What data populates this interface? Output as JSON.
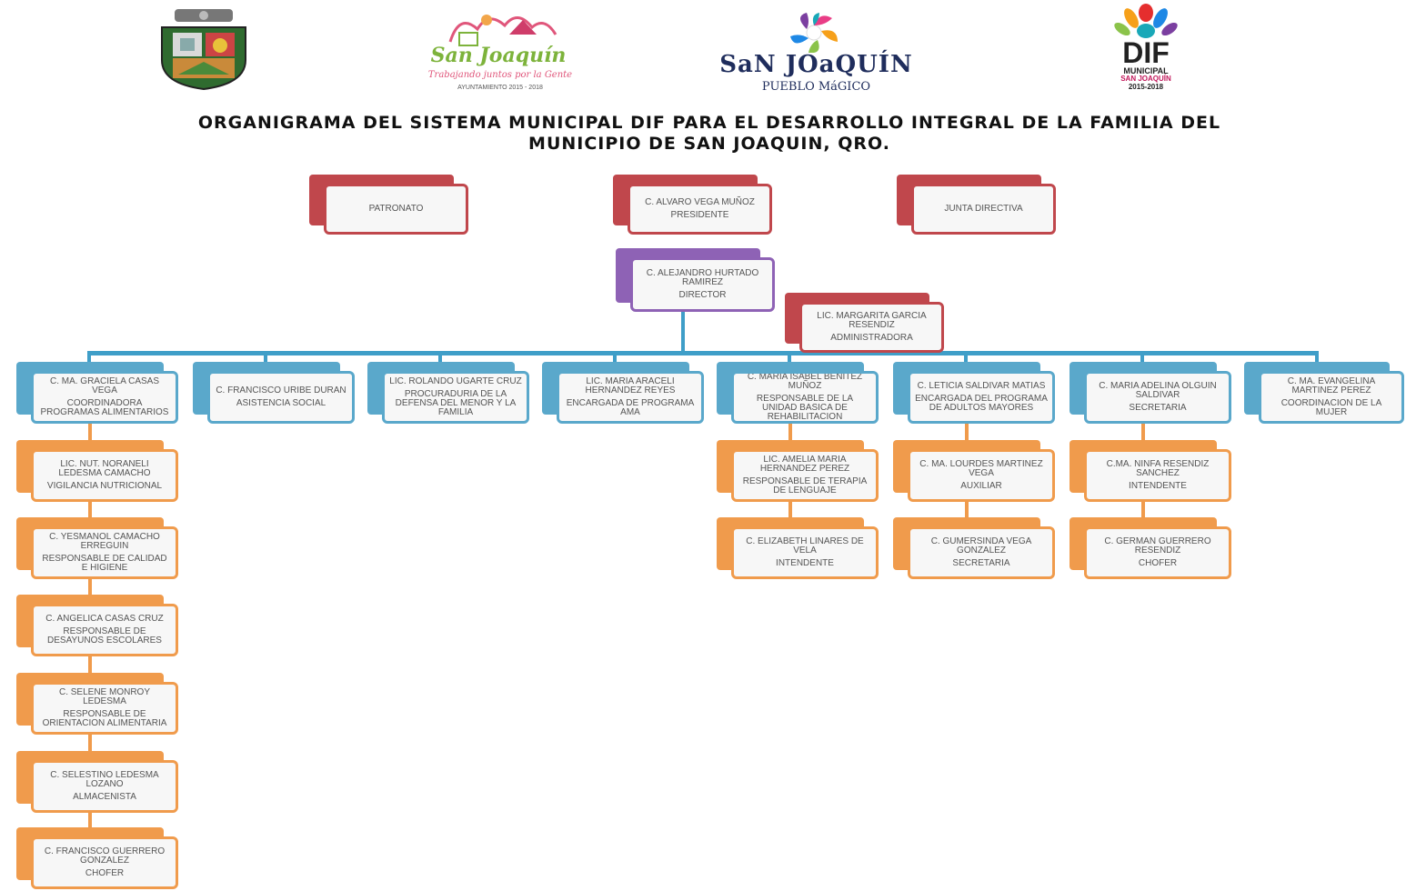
{
  "logos": {
    "san_joaquin_script": "San Joaquín",
    "san_joaquin_tagline": "Trabajando juntos por la Gente",
    "ayuntamiento": "AYUNTAMIENTO 2015 - 2018",
    "pueblo_magico_name": "SaN JOaQUÍN",
    "pueblo_magico_sub": "PUEBLO MáGICO",
    "dif_big": "DIF",
    "dif_municipal": "MUNICIPAL",
    "dif_place": "SAN JOAQUÍN",
    "dif_years": "2015-2018"
  },
  "title": {
    "line1": "ORGANIGRAMA DEL SISTEMA MUNICIPAL DIF PARA EL DESARROLLO INTEGRAL DE LA FAMILIA DEL",
    "line2": "MUNICIPIO DE SAN JOAQUIN, QRO."
  },
  "colors": {
    "red": "#c0474c",
    "purple": "#8e62b5",
    "blue": "#5aa8cb",
    "orange": "#f09b4c"
  },
  "top": {
    "patronato": {
      "name": "PATRONATO",
      "role": ""
    },
    "presidente": {
      "name": "C. ALVARO VEGA MUÑOZ",
      "role": "PRESIDENTE"
    },
    "junta": {
      "name": "JUNTA DIRECTIVA",
      "role": ""
    }
  },
  "director": {
    "name": "C. ALEJANDRO HURTADO RAMIREZ",
    "role": "DIRECTOR"
  },
  "admin": {
    "name": "LIC. MARGARITA GARCIA RESENDIZ",
    "role": "ADMINISTRADORA"
  },
  "coordinators": [
    {
      "name": "C. MA. GRACIELA CASAS VEGA",
      "role": "COORDINADORA PROGRAMAS ALIMENTARIOS"
    },
    {
      "name": "C. FRANCISCO URIBE DURAN",
      "role": "ASISTENCIA SOCIAL"
    },
    {
      "name": "LIC. ROLANDO UGARTE CRUZ",
      "role": "PROCURADURIA DE LA DEFENSA DEL MENOR Y LA FAMILIA"
    },
    {
      "name": "LIC. MARIA ARACELI HERNANDEZ REYES",
      "role": "ENCARGADA DE PROGRAMA AMA"
    },
    {
      "name": "C. MARIA ISABEL BENITEZ MUÑOZ",
      "role": "RESPONSABLE DE LA UNIDAD BASICA DE REHABILITACION"
    },
    {
      "name": "C. LETICIA SALDIVAR MATIAS",
      "role": "ENCARGADA DEL PROGRAMA DE ADULTOS MAYORES"
    },
    {
      "name": "C. MARIA ADELINA OLGUIN SALDIVAR",
      "role": "SECRETARIA"
    },
    {
      "name": "C. MA. EVANGELINA MARTINEZ PEREZ",
      "role": "COORDINACION DE LA MUJER"
    }
  ],
  "col1": [
    {
      "name": "LIC. NUT. NORANELI LEDESMA CAMACHO",
      "role": "VIGILANCIA NUTRICIONAL"
    },
    {
      "name": "C. YESMANOL CAMACHO ERREGUIN",
      "role": "RESPONSABLE DE CALIDAD E HIGIENE"
    },
    {
      "name": "C. ANGELICA CASAS CRUZ",
      "role": "RESPONSABLE DE DESAYUNOS ESCOLARES"
    },
    {
      "name": "C. SELENE MONROY LEDESMA",
      "role": "RESPONSABLE DE ORIENTACION ALIMENTARIA"
    },
    {
      "name": "C. SELESTINO LEDESMA LOZANO",
      "role": "ALMACENISTA"
    },
    {
      "name": "C. FRANCISCO GUERRERO GONZALEZ",
      "role": "CHOFER"
    }
  ],
  "col5": [
    {
      "name": "LIC. AMELIA MARIA HERNANDEZ PEREZ",
      "role": "RESPONSABLE DE TERAPIA DE LENGUAJE"
    },
    {
      "name": "C. ELIZABETH LINARES DE VELA",
      "role": "INTENDENTE"
    }
  ],
  "col6": [
    {
      "name": "C. MA. LOURDES MARTINEZ VEGA",
      "role": "AUXILIAR"
    },
    {
      "name": "C. GUMERSINDA VEGA GONZALEZ",
      "role": "SECRETARIA"
    }
  ],
  "col7": [
    {
      "name": "C.MA. NINFA RESENDIZ SANCHEZ",
      "role": "INTENDENTE"
    },
    {
      "name": "C. GERMAN GUERRERO RESENDIZ",
      "role": "CHOFER"
    }
  ]
}
